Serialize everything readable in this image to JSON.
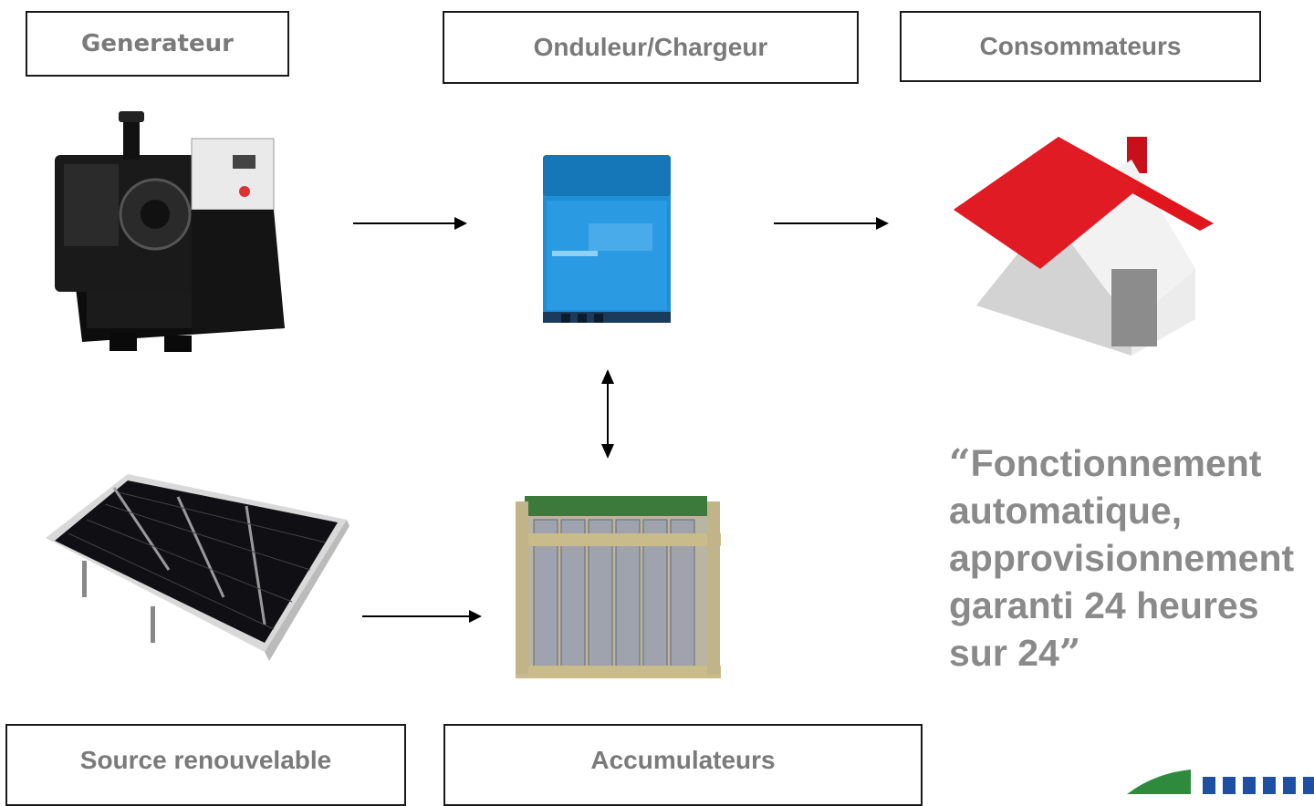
{
  "labels": {
    "generateur": "Generateur",
    "onduleur": "Onduleur/Chargeur",
    "consommateurs": "Consommateurs",
    "source": "Source renouvelable",
    "accumulateurs": "Accumulateurs"
  },
  "quote": {
    "open": "“",
    "text": "Fonctionnement automatique, approvisionnement garanti 24 heures sur 24",
    "close": "”"
  },
  "colors": {
    "label_text": "#7a7a7a",
    "quote_text": "#8a8a8a",
    "roof": "#e0151d",
    "inverter": "#1d8fd6",
    "logo_green": "#2e8b3e",
    "logo_blue": "#1f4fa3"
  },
  "icons": [
    "generator-icon",
    "inverter-icon",
    "house-icon",
    "solar-panel-icon",
    "battery-bank-icon"
  ]
}
